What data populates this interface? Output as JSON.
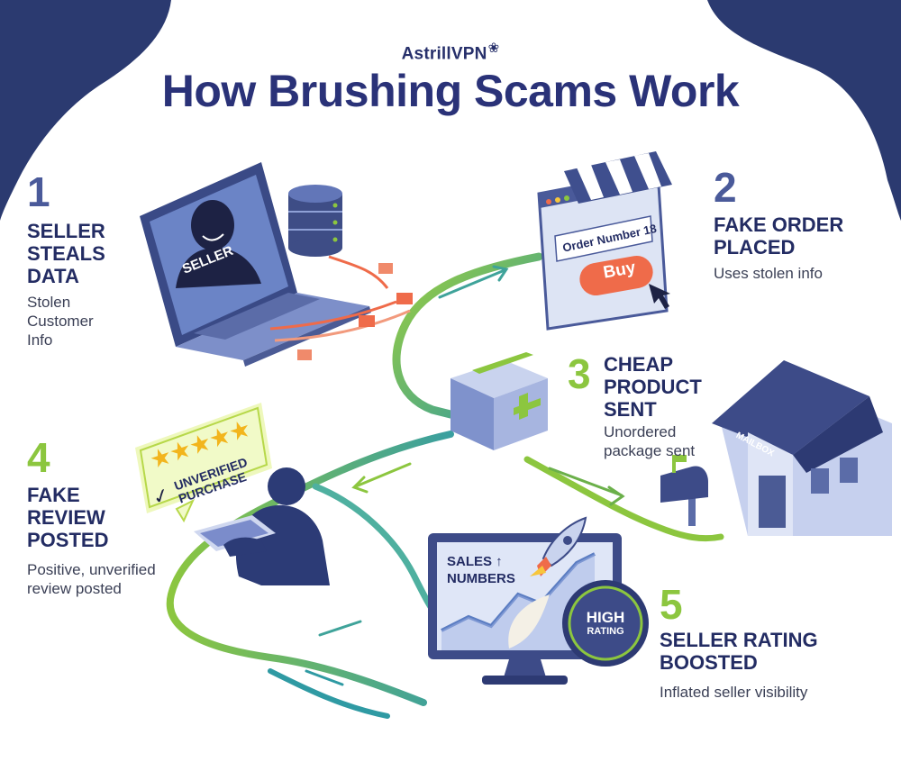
{
  "brand": {
    "name": "AstrillVPN",
    "mark": "❀"
  },
  "title": "How Brushing Scams Work",
  "steps": [
    {
      "number": "1",
      "heading_lines": [
        "SELLER",
        "STEALS",
        "DATA"
      ],
      "desc_lines": [
        "Stolen",
        "Customer",
        "Info"
      ]
    },
    {
      "number": "2",
      "heading_lines": [
        "FAKE ORDER",
        "PLACED"
      ],
      "desc_lines": [
        "Uses stolen info"
      ]
    },
    {
      "number": "3",
      "heading_lines": [
        "CHEAP",
        "PRODUCT",
        "SENT"
      ],
      "desc_lines": [
        "Unordered",
        "package sent"
      ]
    },
    {
      "number": "4",
      "heading_lines": [
        "FAKE",
        "REVIEW",
        "POSTED"
      ],
      "desc_lines": [
        "Positive, unverified",
        "review posted"
      ]
    },
    {
      "number": "5",
      "heading_lines": [
        "SELLER RATING",
        "BOOSTED"
      ],
      "desc_lines": [
        "Inflated seller visibility"
      ]
    }
  ],
  "labels": {
    "laptop_screen": "SELLER",
    "order_screen": "Order Number 18",
    "buy_button": "Buy",
    "mailbox_sign": "MAILBOX",
    "review_lines": [
      "UNVERIFIED",
      "PURCHASE"
    ],
    "review_check": "✓",
    "stars": "★★★★★",
    "monitor_lines": [
      "SALES ↑",
      "NUMBERS"
    ],
    "badge_lines": [
      "HIGH",
      "RATING"
    ]
  },
  "colors": {
    "navy": "#2a3278",
    "path_green": "#8cc63f",
    "path_teal": "#3fa39a",
    "accent_orange": "#ef6b4a"
  }
}
